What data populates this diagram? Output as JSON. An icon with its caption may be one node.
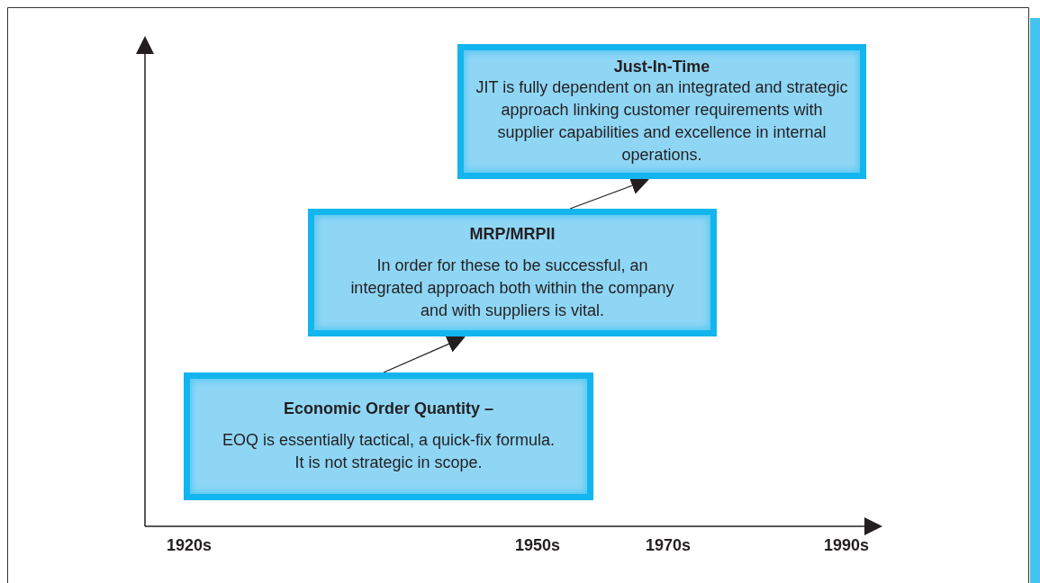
{
  "diagram": {
    "nodes": [
      {
        "text": [
          "Just-In-Time",
          "JIT is fully dependent on an integrated and strategic approach linking customer requirements with supplier capabilities and excellence in internal operations."
        ]
      },
      {
        "text": [
          "MRP/MRPII",
          "In order for these to be successful, an integrated approach both within the company and with suppliers is vital."
        ]
      },
      {
        "text": [
          "Economic Order Quantity –",
          "EOQ is essentially tactical, a quick-fix formula. It is not strategic in scope."
        ]
      }
    ],
    "edges": [
      {
        "from": 2,
        "to": 1,
        "arrow": "to"
      },
      {
        "from": 1,
        "to": 0,
        "arrow": "to"
      }
    ],
    "labels": [
      "1920s",
      "1950s",
      "1970s",
      "1990s"
    ]
  }
}
